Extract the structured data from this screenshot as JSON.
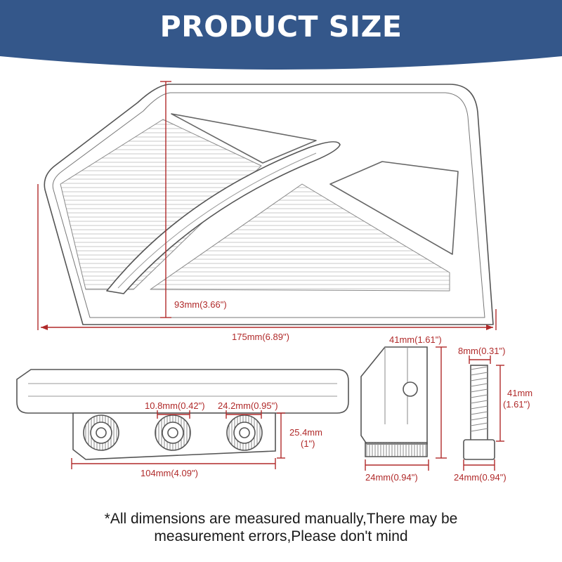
{
  "header": {
    "title": "PRODUCT SIZE",
    "banner_color": "#34578a"
  },
  "dimension_color": "#b02a2a",
  "dimensions": {
    "plate_height": "93mm(3.66\")",
    "plate_length": "175mm(6.89\")",
    "hole_diameter": "10.8mm(0.42\")",
    "hole_pitch": "24.2mm(0.95\")",
    "bracket_height_mm": "25.4mm",
    "bracket_height_in": "(1\")",
    "bracket_length": "104mm(4.09\")",
    "block_height": "41mm(1.61\")",
    "block_width": "24mm(0.94\")",
    "bolt_diameter": "8mm(0.31\")",
    "bolt_length_mm": "41mm",
    "bolt_length_in": "(1.61\")",
    "bolt_width": "24mm(0.94\")"
  },
  "footnote": {
    "line1": "*All dimensions are measured manually,There may be",
    "line2": "measurement errors,Please don't mind"
  }
}
